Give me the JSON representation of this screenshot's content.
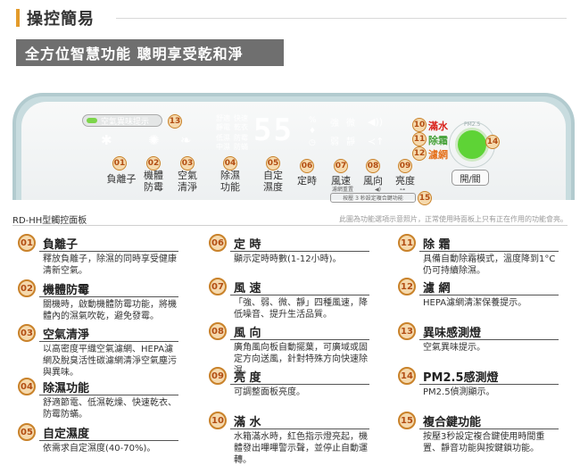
{
  "heading": "操控簡易",
  "banner": "全方位智慧功能 聰明享受乾和淨",
  "panel": {
    "pill_label": "空氣異味提示",
    "display_digits": "55",
    "mode_labels": [
      "舒適",
      "快速",
      "靜電",
      "乾衣",
      "低濕",
      "防霉",
      "中濕",
      "防蟎"
    ],
    "fan_label_strong": "強",
    "fan_label_weak": "微",
    "fan_label_weak2": "弱",
    "fan_label_quiet": "靜",
    "status_full": "滿水",
    "status_dry": "除霜",
    "status_filter": "濾網",
    "pm_label": "PM2.5",
    "power_button": "開/關",
    "child_lock_small": "濾網重置",
    "combo_box": "按壓 3 秒設定複合鍵功能",
    "buttons": [
      {
        "num": "01",
        "label": "負離子"
      },
      {
        "num": "02",
        "label": "機體\n防霉"
      },
      {
        "num": "03",
        "label": "空氣\n清淨"
      },
      {
        "num": "04",
        "label": "除濕\n功能"
      },
      {
        "num": "05",
        "label": "自定\n濕度"
      },
      {
        "num": "06",
        "label": "定時"
      },
      {
        "num": "07",
        "label": "風速"
      },
      {
        "num": "08",
        "label": "風向"
      },
      {
        "num": "09",
        "label": "亮度"
      }
    ],
    "callouts": [
      "13",
      "10",
      "11",
      "12",
      "14",
      "15"
    ],
    "caption": "RD-HH型觸控面板",
    "note": "此圖為功能選項示意照片，正常使用時面板上只有正在作用的功能會亮。"
  },
  "features": [
    {
      "num": "01",
      "title": "負離子",
      "desc": "釋放負離子，除濕的同時享受健康清新空氣。"
    },
    {
      "num": "02",
      "title": "機體防霉",
      "desc": "關機時，啟動機體防霉功能，將機體內的濕氣吹乾，避免發霉。"
    },
    {
      "num": "03",
      "title": "空氣清淨",
      "desc": "以高密度平織空氣濾網、HEPA濾網及脫臭活性碳濾網清淨空氣塵污與異味。"
    },
    {
      "num": "04",
      "title": "除濕功能",
      "desc": "舒適節電、低濕乾燥、快速乾衣、防霉防蟎。"
    },
    {
      "num": "05",
      "title": "自定濕度",
      "desc": "依需求自定濕度(40-70%)。"
    },
    {
      "num": "06",
      "title": "定 時",
      "desc": "顯示定時時數(1-12小時)。"
    },
    {
      "num": "07",
      "title": "風 速",
      "desc": "「強、弱、微、靜」四種風速，降低噪音、提升生活品質。"
    },
    {
      "num": "08",
      "title": "風 向",
      "desc": "廣角風向板自動擺葉，可廣域或固定方向送風，針對特殊方向快速除濕。"
    },
    {
      "num": "09",
      "title": "亮 度",
      "desc": "可調整面板亮度。"
    },
    {
      "num": "10",
      "title": "滿 水",
      "desc": "水箱滿水時，紅色指示燈亮起，機體發出嗶嗶警示聲，並停止自動運轉。"
    },
    {
      "num": "11",
      "title": "除 霜",
      "desc": "具備自動除霜模式，溫度降到1°C仍可持續除濕。"
    },
    {
      "num": "12",
      "title": "濾 網",
      "desc": "HEPA濾網清潔保養提示。"
    },
    {
      "num": "13",
      "title": "異味感測燈",
      "desc": "空氣異味提示。"
    },
    {
      "num": "14",
      "title": "PM2.5感測燈",
      "desc": "PM2.5偵測顯示。"
    },
    {
      "num": "15",
      "title": "複合鍵功能",
      "desc": "按壓3秒設定複合鍵使用時間重置、靜音功能與按鍵鎖功能。"
    }
  ],
  "colors": {
    "accent": "#e39b2b",
    "status_red": "#d9231c",
    "status_green": "#46a23a",
    "status_orange": "#e5731f",
    "pm_green": "#5ed336"
  }
}
